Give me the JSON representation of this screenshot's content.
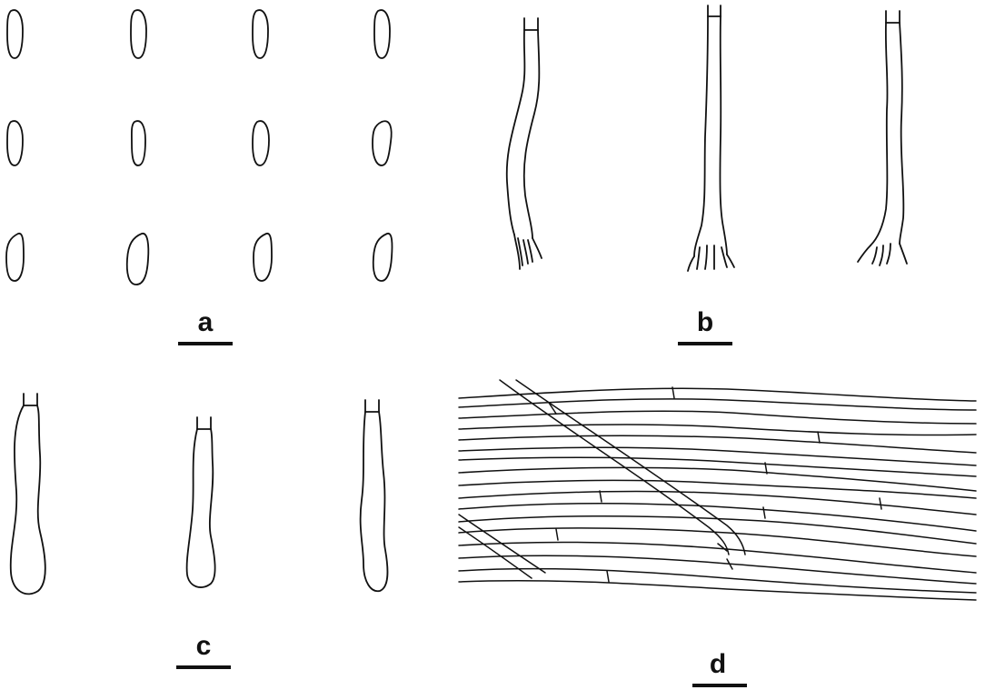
{
  "panels": {
    "a": {
      "label": "a"
    },
    "b": {
      "label": "b"
    },
    "c": {
      "label": "c"
    },
    "d": {
      "label": "d"
    }
  },
  "colors": {
    "ink": "#111111",
    "background": "#ffffff"
  }
}
